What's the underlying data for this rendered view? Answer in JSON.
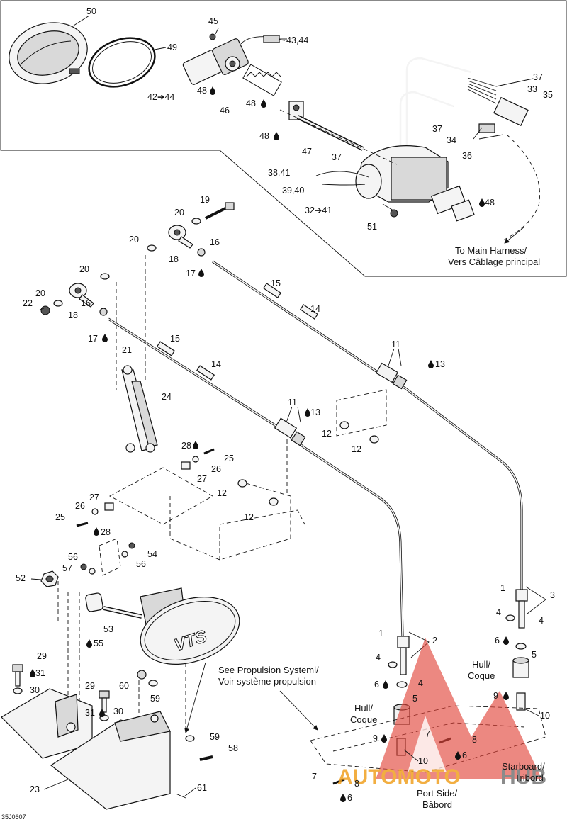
{
  "diagram_code": "35J0607",
  "notes": {
    "main_harness_en": "To Main Harness/",
    "main_harness_fr": "Vers Câblage principal",
    "propulsion_en": "See Propulsion Systeml/",
    "propulsion_fr": "Voir système propulsion",
    "hull_left_1": "Hull/",
    "hull_left_2": "Coque",
    "hull_right_1": "Hull/",
    "hull_right_2": "Coque",
    "port_1": "Port Side/",
    "port_2": "Bâbord",
    "starboard_1": "Starboard/",
    "starboard_2": "Tribord"
  },
  "logo_text": "VTS",
  "watermark": {
    "part1": "AUTOMOTO",
    "part2": "HUB"
  },
  "labels": {
    "l50": "50",
    "l49": "49",
    "l45": "45",
    "l4344": "43,44",
    "l4244": "42➔44",
    "l48a": "48",
    "l46": "46",
    "l48b": "48",
    "l48c": "48",
    "l47": "47",
    "l37a": "37",
    "l33": "33",
    "l35": "35",
    "l37b": "37",
    "l34": "34",
    "l36": "36",
    "l37c": "37",
    "l3841": "38,41",
    "l3940": "39,40",
    "l3241": "32➔41",
    "l48d": "48",
    "l51": "51",
    "l19": "19",
    "l20a": "20",
    "l16a": "16",
    "l20b": "20",
    "l18a": "18",
    "l17a": "17",
    "l15a": "15",
    "l14a": "14",
    "l20c": "20",
    "l20d": "20",
    "l22": "22",
    "l18b": "18",
    "l16b": "16",
    "l17b": "17",
    "l11a": "11",
    "l13a": "13",
    "l15b": "15",
    "l21": "21",
    "l14b": "14",
    "l24": "24",
    "l11b": "11",
    "l13b": "13",
    "l12a": "12",
    "l12b": "12",
    "l28a": "28",
    "l25a": "25",
    "l26a": "26",
    "l27a": "27",
    "l12c": "12",
    "l12d": "12",
    "l27b": "27",
    "l26b": "26",
    "l25b": "25",
    "l28b": "28",
    "l54": "54",
    "l56a": "56",
    "l56b": "56",
    "l52": "52",
    "l57": "57",
    "l53": "53",
    "l55": "55",
    "l1a": "1",
    "l3": "3",
    "l4a": "4",
    "l4b": "4",
    "l6a": "6",
    "l5a": "5",
    "l1b": "1",
    "l2": "2",
    "l4c": "4",
    "l6b": "6",
    "l4d": "4",
    "l5b": "5",
    "l9a": "9",
    "l10a": "10",
    "l9b": "9",
    "l7a": "7",
    "l8a": "8",
    "l6c": "6",
    "l10b": "10",
    "l7b": "7",
    "l8b": "8",
    "l6d": "6",
    "l29a": "29",
    "l31a": "31",
    "l30a": "30",
    "l60": "60",
    "l29b": "29",
    "l59a": "59",
    "l31b": "31",
    "l30b": "30",
    "l59b": "59",
    "l58": "58",
    "l23": "23",
    "l61": "61"
  }
}
